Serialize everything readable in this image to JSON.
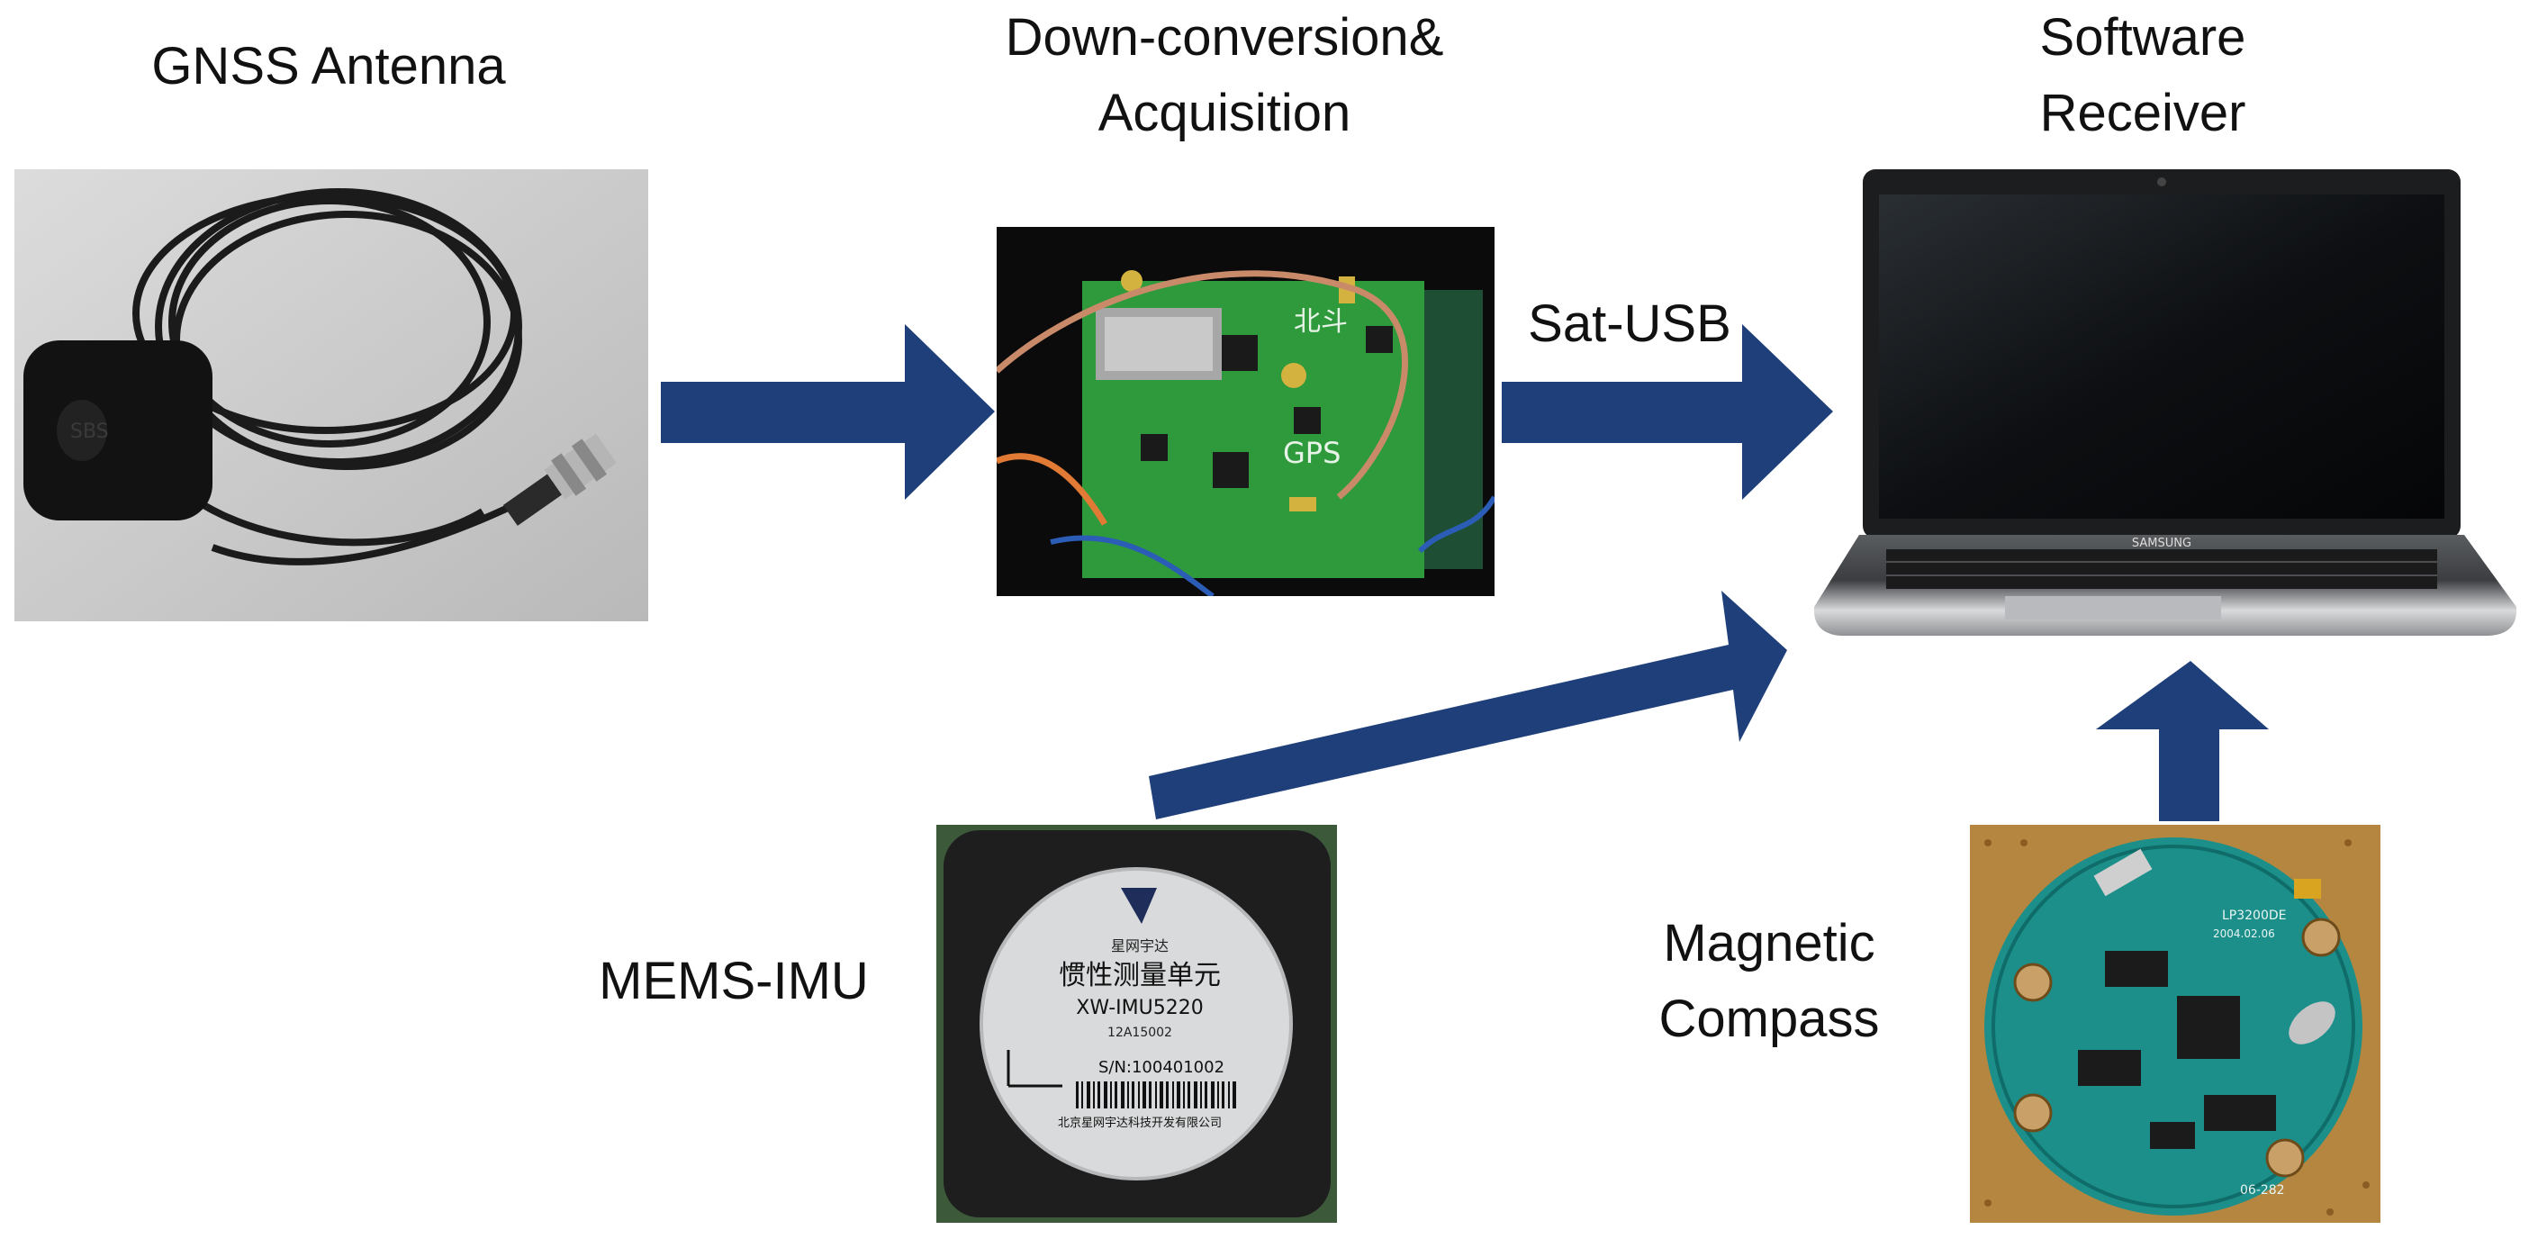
{
  "labels": {
    "gnss_antenna": "GNSS Antenna",
    "downconv_line1": "Down-conversion&",
    "downconv_line2": "Acquisition",
    "software_line1": "Software",
    "software_line2": "Receiver",
    "sat_usb": "Sat-USB",
    "mems_imu": "MEMS-IMU",
    "compass_line1": "Magnetic",
    "compass_line2": "Compass"
  },
  "board_marks": {
    "beidou": "北斗",
    "gps": "GPS"
  },
  "laptop": {
    "brand": "SAMSUNG"
  },
  "imu_label": {
    "logo": "星网宇达",
    "title_cn": "惯性测量单元",
    "model": "XW-IMU5220",
    "code": "12A15002",
    "serial": "S/N:100401002",
    "company": "北京星网宇达科技开发有限公司"
  },
  "compass_board": {
    "part": "LP3200DE",
    "date": "2004.02.06",
    "code": "06-282"
  },
  "colors": {
    "arrow": "#1f3f7a",
    "text": "#111111"
  }
}
